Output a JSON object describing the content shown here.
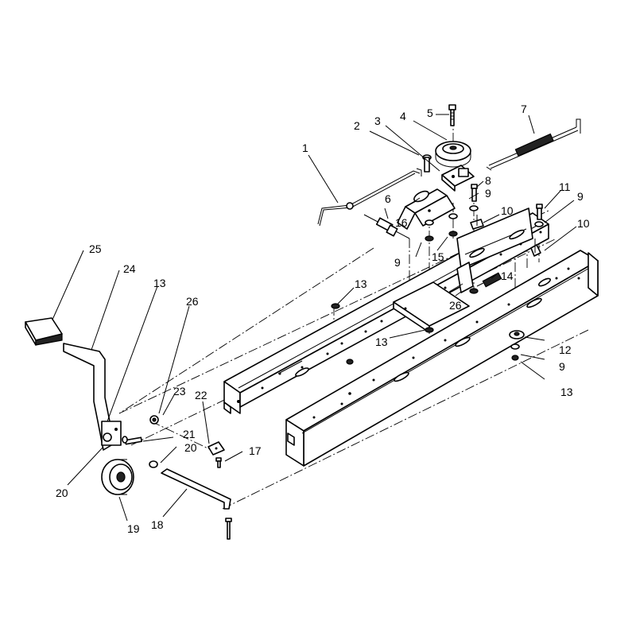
{
  "diagram": {
    "callouts": [
      {
        "id": "c1",
        "label": "1"
      },
      {
        "id": "c2",
        "label": "2"
      },
      {
        "id": "c3",
        "label": "3"
      },
      {
        "id": "c4",
        "label": "4"
      },
      {
        "id": "c5",
        "label": "5"
      },
      {
        "id": "c6",
        "label": "6"
      },
      {
        "id": "c7",
        "label": "7"
      },
      {
        "id": "c8",
        "label": "8"
      },
      {
        "id": "c9a",
        "label": "9"
      },
      {
        "id": "c9b",
        "label": "9"
      },
      {
        "id": "c9c",
        "label": "9"
      },
      {
        "id": "c9d",
        "label": "9"
      },
      {
        "id": "c10a",
        "label": "10"
      },
      {
        "id": "c10b",
        "label": "10"
      },
      {
        "id": "c11",
        "label": "11"
      },
      {
        "id": "c12",
        "label": "12"
      },
      {
        "id": "c13a",
        "label": "13"
      },
      {
        "id": "c13b",
        "label": "13"
      },
      {
        "id": "c13c",
        "label": "13"
      },
      {
        "id": "c13d",
        "label": "13"
      },
      {
        "id": "c14",
        "label": "14"
      },
      {
        "id": "c15",
        "label": "15"
      },
      {
        "id": "c16",
        "label": "16"
      },
      {
        "id": "c17",
        "label": "17"
      },
      {
        "id": "c18",
        "label": "18"
      },
      {
        "id": "c19",
        "label": "19"
      },
      {
        "id": "c20a",
        "label": "20"
      },
      {
        "id": "c20b",
        "label": "20"
      },
      {
        "id": "c21",
        "label": "21"
      },
      {
        "id": "c22",
        "label": "22"
      },
      {
        "id": "c23",
        "label": "23"
      },
      {
        "id": "c24",
        "label": "24"
      },
      {
        "id": "c25",
        "label": "25"
      },
      {
        "id": "c26a",
        "label": "26"
      },
      {
        "id": "c26b",
        "label": "26"
      }
    ]
  }
}
